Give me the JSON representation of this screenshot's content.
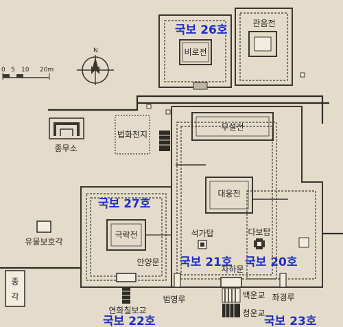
{
  "map": {
    "accent_color": "#1f2ec4",
    "line_color": "#3a352e",
    "background": "#e4dccb",
    "compass": {
      "north_label": "N"
    },
    "scale": {
      "ticks": [
        "0",
        "5",
        "10",
        "20m"
      ]
    },
    "buildings": [
      {
        "label": "비로전"
      },
      {
        "label": "관음전"
      },
      {
        "label": "무설전"
      },
      {
        "label": "법화전지"
      },
      {
        "label": "종무소"
      },
      {
        "label": "대웅전"
      },
      {
        "label": "극락전"
      },
      {
        "label": "유물보호각"
      },
      {
        "label": "석가탑"
      },
      {
        "label": "다보탑"
      },
      {
        "label": "종각"
      },
      {
        "label": "안양문"
      },
      {
        "label": "자하문"
      },
      {
        "label": "범영루"
      },
      {
        "label": "좌경루"
      },
      {
        "label": "연화칠보교"
      },
      {
        "label": "백운교"
      },
      {
        "label": "청운교"
      }
    ],
    "national_treasures": [
      {
        "label": "국보 26호"
      },
      {
        "label": "국보 27호"
      },
      {
        "label": "국보 21호"
      },
      {
        "label": "국보 20호"
      },
      {
        "label": "국보 22호"
      },
      {
        "label": "국보 23호"
      }
    ]
  }
}
